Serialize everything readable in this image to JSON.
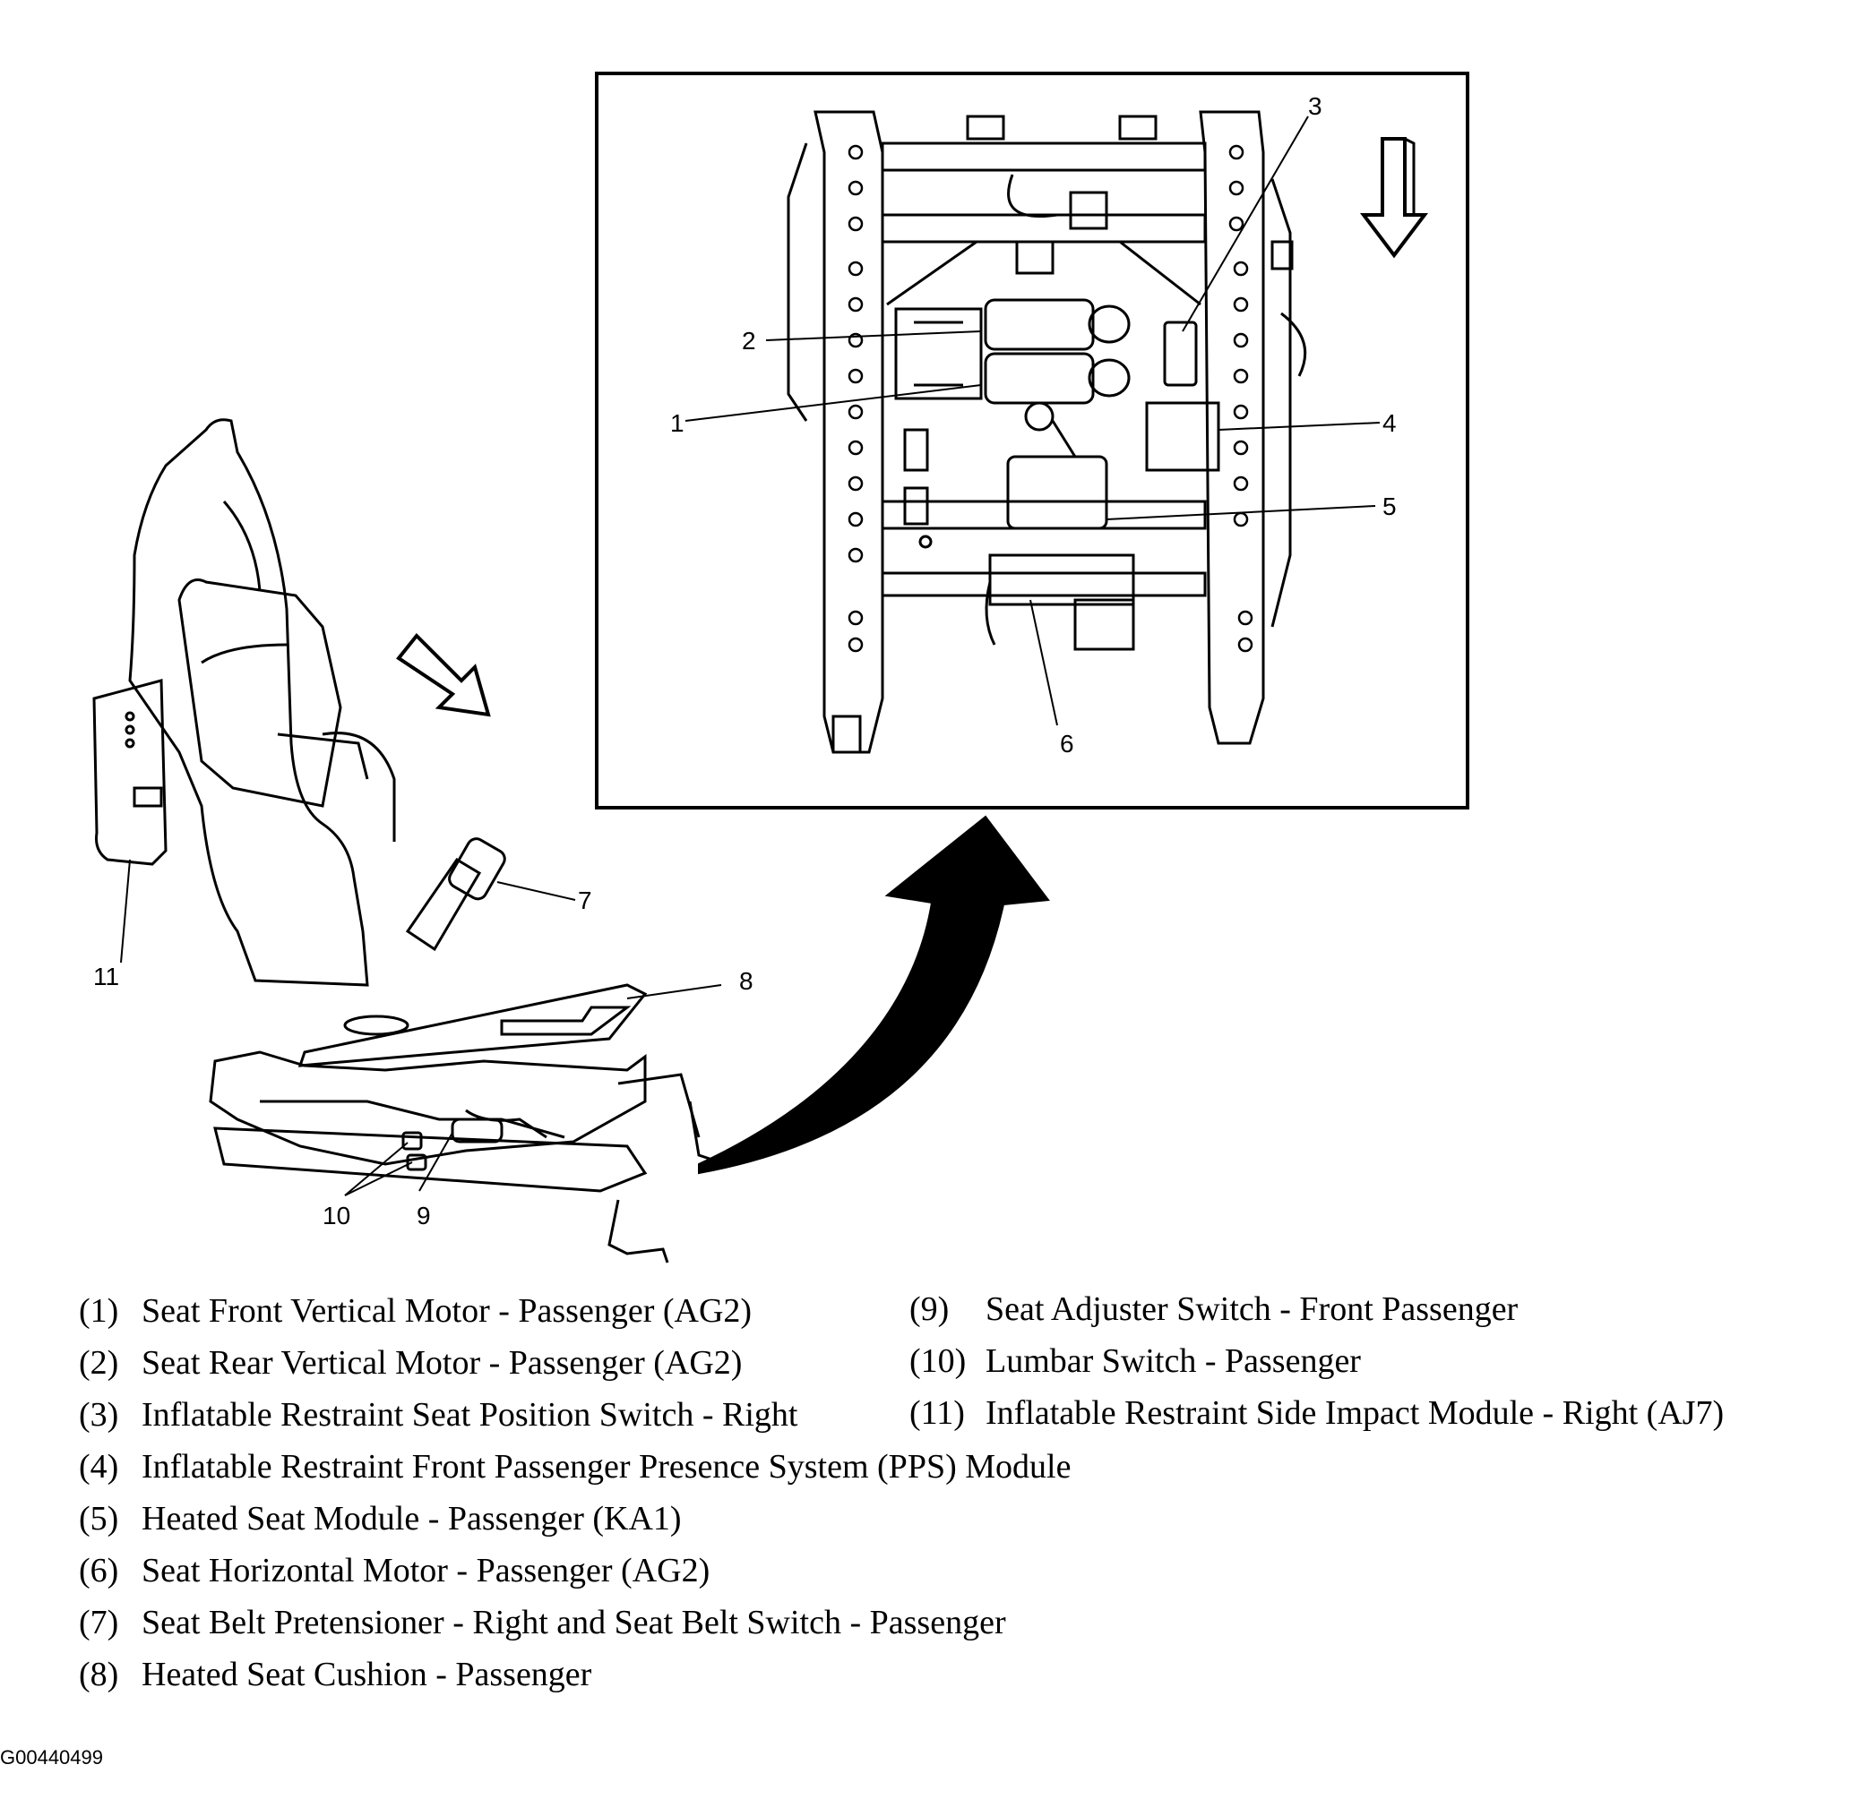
{
  "figure_id": "G00440499",
  "callouts": [
    "1",
    "2",
    "3",
    "4",
    "5",
    "6",
    "7",
    "8",
    "9",
    "10",
    "11"
  ],
  "legend_left": [
    {
      "num": "(1)",
      "text": "Seat Front Vertical Motor - Passenger (AG2)"
    },
    {
      "num": "(2)",
      "text": "Seat Rear Vertical Motor - Passenger (AG2)"
    },
    {
      "num": "(3)",
      "text": "Inflatable Restraint Seat Position Switch - Right"
    },
    {
      "num": "(4)",
      "text": "Inflatable Restraint Front Passenger Presence System (PPS) Module"
    },
    {
      "num": "(5)",
      "text": "Heated Seat Module - Passenger (KA1)"
    },
    {
      "num": "(6)",
      "text": "Seat Horizontal Motor - Passenger (AG2)"
    },
    {
      "num": "(7)",
      "text": "Seat Belt Pretensioner - Right and Seat Belt Switch - Passenger"
    },
    {
      "num": "(8)",
      "text": "Heated Seat Cushion - Passenger"
    }
  ],
  "legend_right": [
    {
      "num": "(9)",
      "text": "Seat Adjuster Switch - Front Passenger"
    },
    {
      "num": "(10)",
      "text": "Lumbar Switch - Passenger"
    },
    {
      "num": "(11)",
      "text": "Inflatable Restraint Side Impact Module - Right (AJ7)"
    }
  ]
}
